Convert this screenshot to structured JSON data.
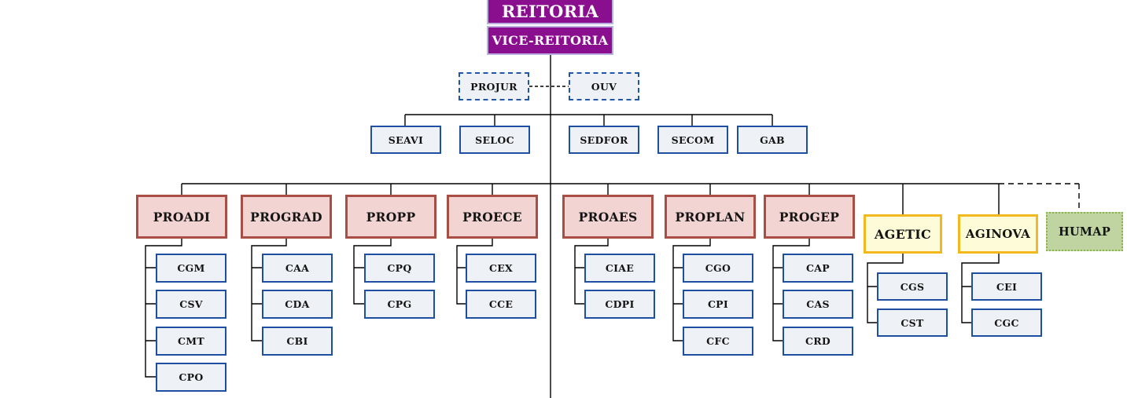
{
  "hierarchy": {
    "root": "REITORIA",
    "deputy": "VICE-REITORIA",
    "advisory_units": [
      "PROJUR",
      "OUV"
    ],
    "secretariats": [
      "SEAVI",
      "SELOC",
      "SEDFOR",
      "SECOM",
      "GAB"
    ],
    "branches": [
      {
        "unit": "PROADI",
        "style": "prorectorate",
        "children": [
          "CGM",
          "CSV",
          "CMT",
          "CPO"
        ]
      },
      {
        "unit": "PROGRAD",
        "style": "prorectorate",
        "children": [
          "CAA",
          "CDA",
          "CBI"
        ]
      },
      {
        "unit": "PROPP",
        "style": "prorectorate",
        "children": [
          "CPQ",
          "CPG"
        ]
      },
      {
        "unit": "PROECE",
        "style": "prorectorate",
        "children": [
          "CEX",
          "CCE"
        ]
      },
      {
        "unit": "PROAES",
        "style": "prorectorate",
        "children": [
          "CIAE",
          "CDPI"
        ]
      },
      {
        "unit": "PROPLAN",
        "style": "prorectorate",
        "children": [
          "CGO",
          "CPI",
          "CFC"
        ]
      },
      {
        "unit": "PROGEP",
        "style": "prorectorate",
        "children": [
          "CAP",
          "CAS",
          "CRD"
        ]
      },
      {
        "unit": "AGETIC",
        "style": "agency",
        "children": [
          "CGS",
          "CST"
        ]
      },
      {
        "unit": "AGINOVA",
        "style": "agency",
        "children": [
          "CEI",
          "CGC"
        ]
      },
      {
        "unit": "HUMAP",
        "style": "hospital-dashed-link",
        "children": []
      }
    ]
  },
  "colors": {
    "purple_fill": "#8a0f8e",
    "purple_border": "#bcaede",
    "light_fill": "#eef1f6",
    "blue_border": "#1f4fa0",
    "dashed_blue_border": "#2155a8",
    "pink_fill": "#f2d4d2",
    "red_border": "#a94e44",
    "yellow_fill": "#fdfbd8",
    "yellow_border": "#f3b71f",
    "green_fill": "#bfd4a0",
    "green_border": "#8ab54e",
    "connector_line": "#000000",
    "text_dark": "#141414",
    "text_on_purple": "#fcfafc"
  }
}
